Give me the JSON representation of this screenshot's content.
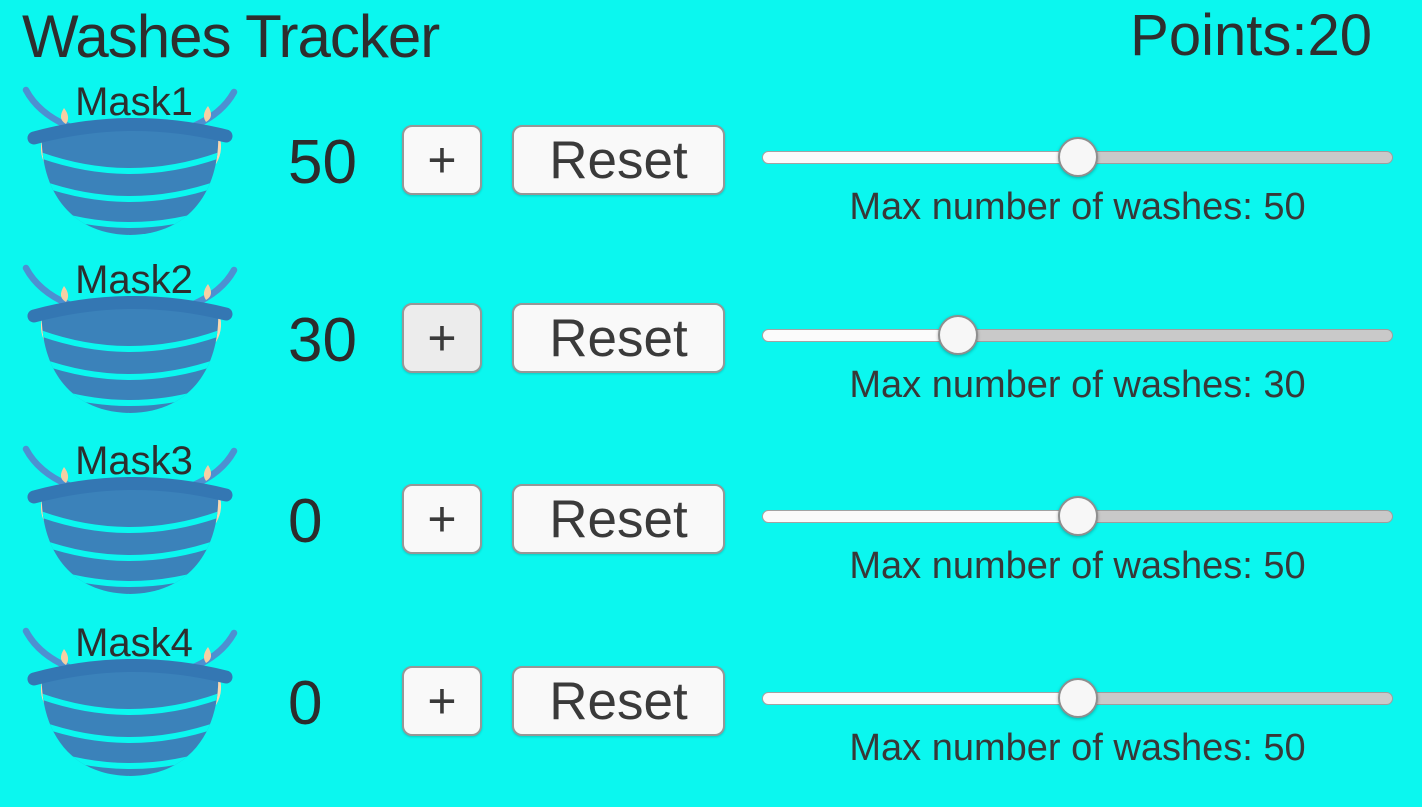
{
  "header": {
    "title": "Washes Tracker",
    "points_label": "Points:",
    "points_value": "20"
  },
  "masks": [
    {
      "name": "Mask1",
      "count": "50",
      "plus_label": "+",
      "reset_label": "Reset",
      "slider_percent": 50,
      "max_caption": "Max number of washes: 50",
      "plus_highlighted": false
    },
    {
      "name": "Mask2",
      "count": "30",
      "plus_label": "+",
      "reset_label": "Reset",
      "slider_percent": 31,
      "max_caption": "Max number of washes: 30",
      "plus_highlighted": true
    },
    {
      "name": "Mask3",
      "count": "0",
      "plus_label": "+",
      "reset_label": "Reset",
      "slider_percent": 50,
      "max_caption": "Max number of washes: 50",
      "plus_highlighted": false
    },
    {
      "name": "Mask4",
      "count": "0",
      "plus_label": "+",
      "reset_label": "Reset",
      "slider_percent": 50,
      "max_caption": "Max number of washes: 50",
      "plus_highlighted": false
    }
  ],
  "colors": {
    "background": "#0bf7ef",
    "text": "#2e2e2e",
    "mask_body": "#3b82ba",
    "mask_band": "#3477b3",
    "mask_loop": "#4d90d1",
    "mask_skin": "#f8d8b0",
    "button_bg": "#f9f9f9",
    "button_border": "#979797",
    "slider_track": "#c9c9c9",
    "slider_fill": "#fbfbfb",
    "slider_thumb": "#f7f7f7"
  }
}
